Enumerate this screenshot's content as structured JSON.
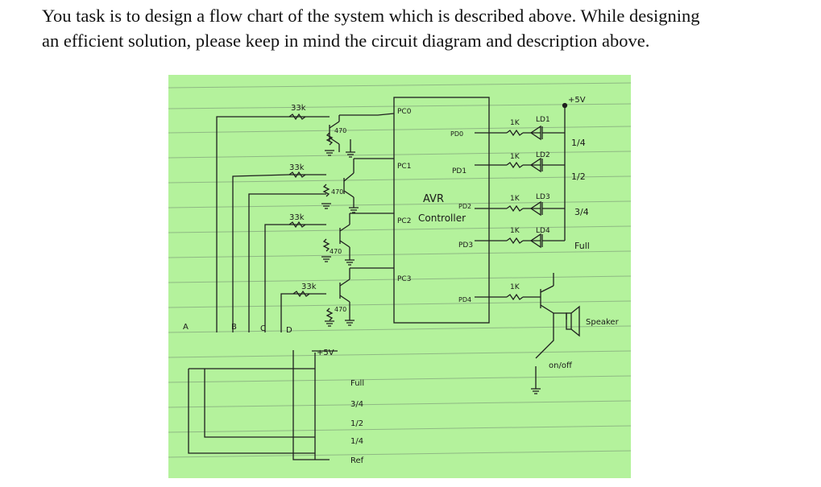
{
  "prompt": {
    "line1": "You task is to design a flow chart of the system which is described above. While designing",
    "line2": "an efficient solution, please keep in mind the circuit diagram and description above."
  },
  "diagram": {
    "background_color": "#b4f29c",
    "controller": {
      "line1": "AVR",
      "line2": "Controller"
    },
    "left_pins": [
      "PC0",
      "PC1",
      "PC2",
      "PC3"
    ],
    "right_pins": [
      "PD0",
      "PD1",
      "PD2",
      "PD3",
      "PD4"
    ],
    "sensor_resistors": [
      "33k",
      "33k",
      "33k",
      "33k"
    ],
    "base_resistors": [
      "470",
      "470",
      "470",
      "470"
    ],
    "out_resistors": [
      "1K",
      "1K",
      "1K",
      "1K",
      "1K"
    ],
    "leds": [
      "LD1",
      "LD2",
      "LD3",
      "LD4"
    ],
    "level_labels": [
      "1/4",
      "1/2",
      "3/4",
      "Full"
    ],
    "supply_top": "+5V",
    "supply_mid": "+5V",
    "probes": [
      "A",
      "B",
      "C",
      "D"
    ],
    "tank_levels": [
      "Full",
      "3/4",
      "1/2",
      "1/4",
      "Ref"
    ],
    "speaker": "Speaker",
    "switch": "on/off"
  }
}
